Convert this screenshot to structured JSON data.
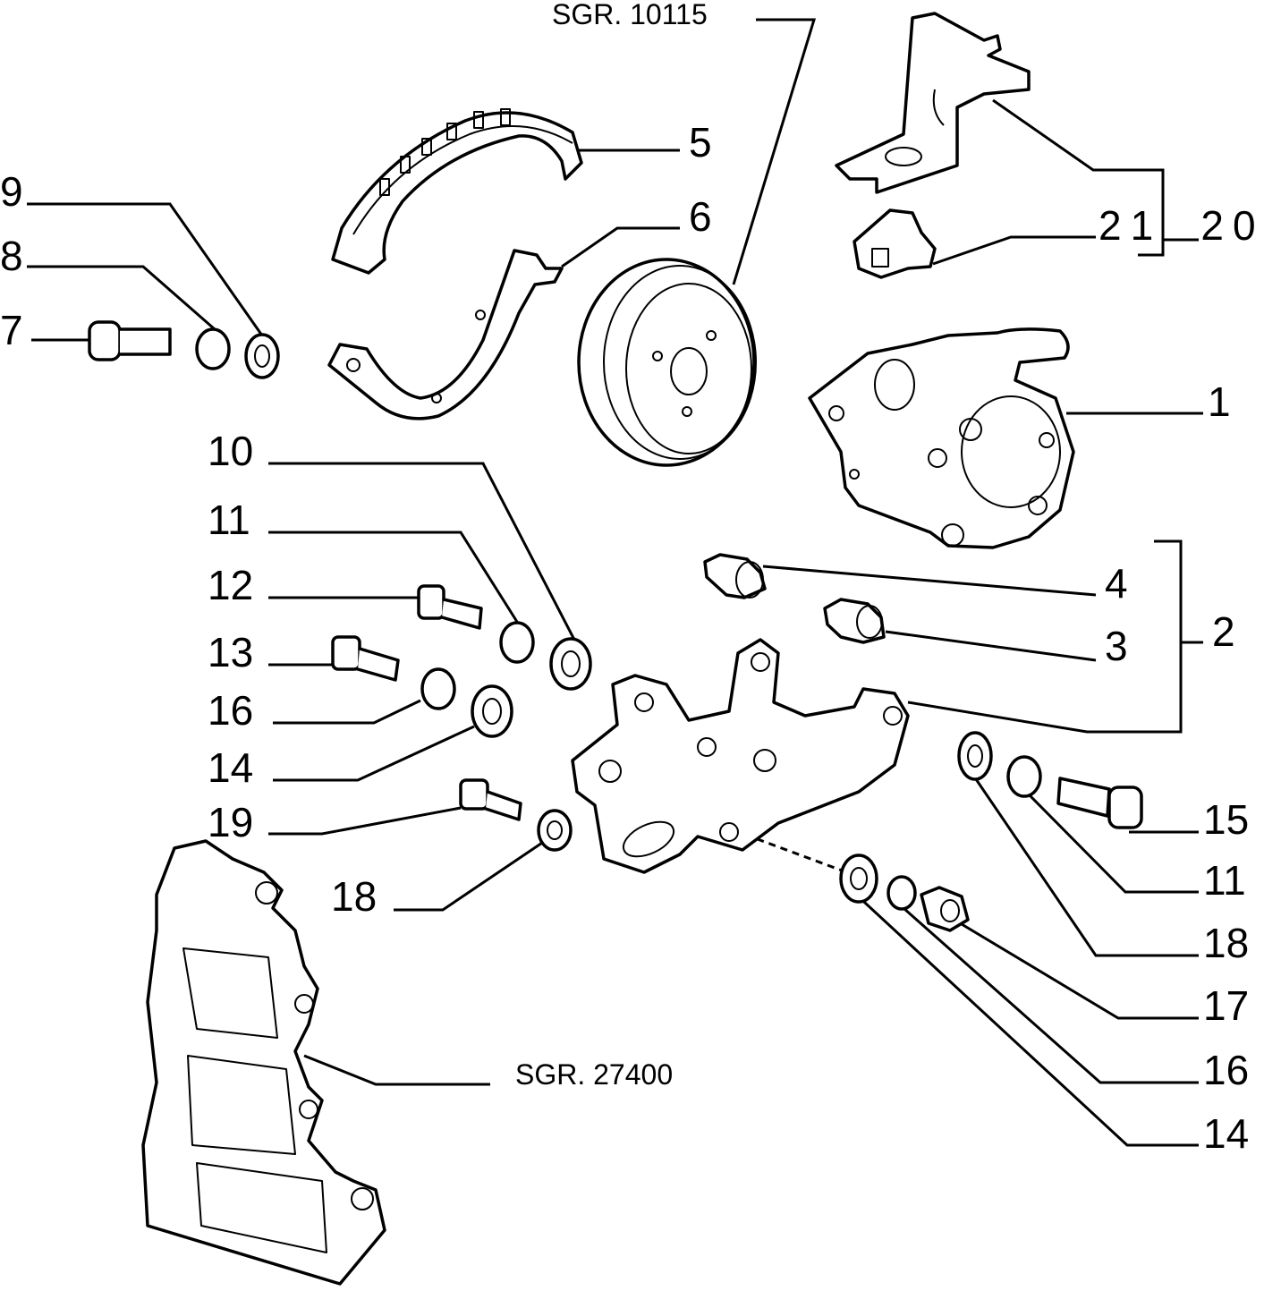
{
  "diagram": {
    "refs": {
      "sgr_top": "SGR. 10115",
      "sgr_bottom": "SGR. 27400"
    },
    "callouts": {
      "c1": "1",
      "c2": "2",
      "c3": "3",
      "c4": "4",
      "c5": "5",
      "c6": "6",
      "c7": "7",
      "c8": "8",
      "c9": "9",
      "c10": "10",
      "c11a": "11",
      "c11b": "11",
      "c12": "12",
      "c13": "13",
      "c14a": "14",
      "c14b": "14",
      "c15": "15",
      "c16a": "16",
      "c16b": "16",
      "c17": "17",
      "c18a": "18",
      "c18b": "18",
      "c19": "19",
      "c20": "20",
      "c21": "21"
    }
  }
}
